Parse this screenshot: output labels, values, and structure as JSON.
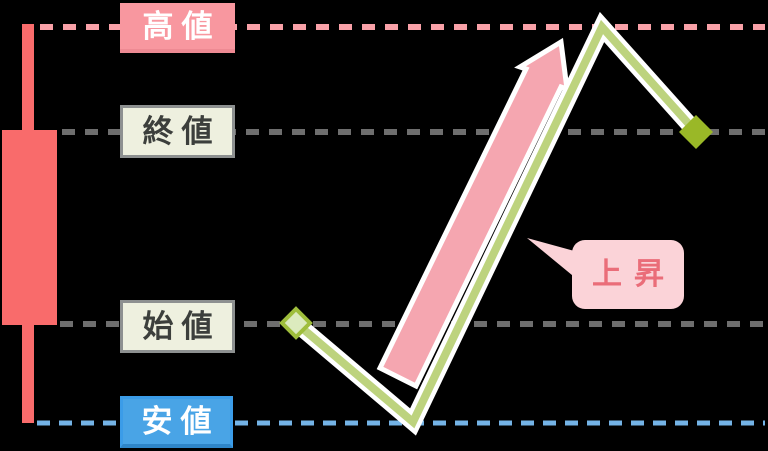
{
  "diagram": {
    "type": "candlestick-anatomy-explainer",
    "labels": {
      "high": "高値",
      "close": "終値",
      "open": "始値",
      "low": "安値"
    },
    "callout": {
      "text": "上昇"
    },
    "colors": {
      "background": "#000000",
      "candle": "#f96b6b",
      "high_dash": "#f9a1a8",
      "gray_dash": "#6e6e6e",
      "low_dash": "#74b3e6",
      "price_line": "#bdd37e",
      "line_casing": "#ffffff",
      "marker_start_fill": "#dcebbe",
      "marker_start_stroke": "#9fbe3c",
      "marker_end_fill": "#9ab827",
      "arrow_fill": "#f5a6b0",
      "arrow_outline": "#ffffff",
      "bubble_bg": "#fbd3d8",
      "bubble_text": "#ea6d79",
      "high_label_bg": "#f8979f",
      "neutral_label_bg": "#eef0df",
      "neutral_label_border": "#8d9090",
      "low_label_bg": "#49a4e6"
    }
  }
}
